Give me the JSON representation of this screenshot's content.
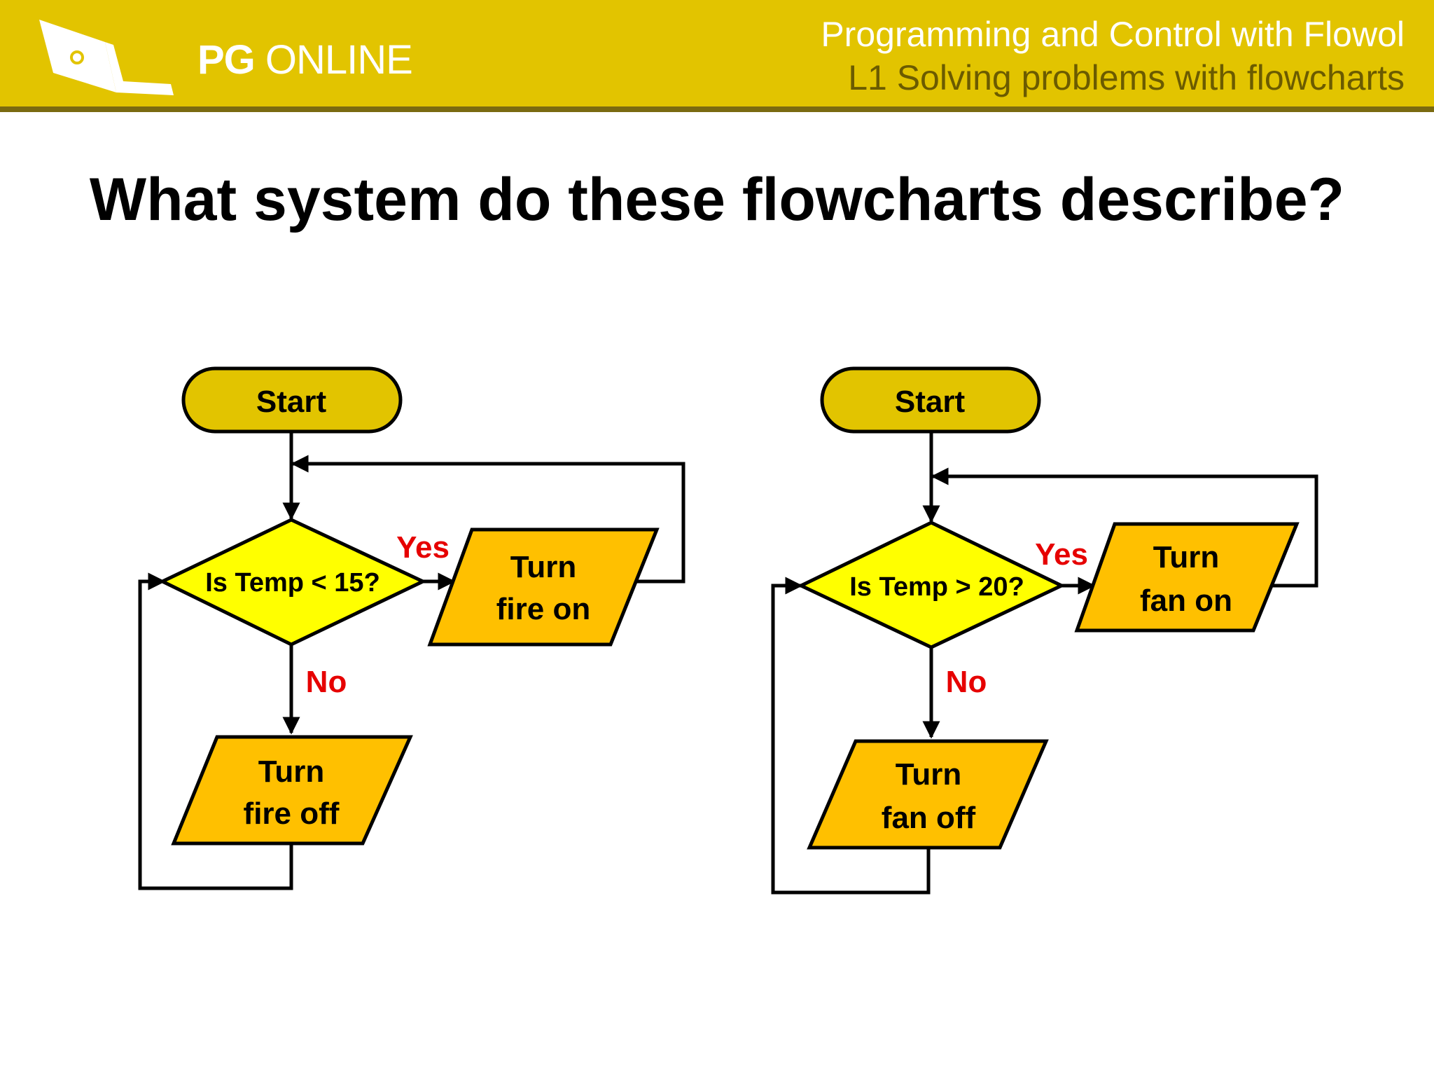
{
  "header": {
    "brand_bold": "PG",
    "brand_rest": " ONLINE",
    "course": "Programming and Control with Flowol",
    "lesson": "L1 Solving problems with flowcharts"
  },
  "slide": {
    "title": "What system do these flowcharts describe?"
  },
  "colors": {
    "header": "#e2c400",
    "terminal": "#e2c400",
    "decision": "#ffff00",
    "process": "#ffc000",
    "label": "#e60000"
  },
  "flowcharts": [
    {
      "start": "Start",
      "decision": "Is Temp < 15?",
      "yes_label": "Yes",
      "no_label": "No",
      "yes_action": [
        "Turn",
        "fire on"
      ],
      "no_action": [
        "Turn",
        "fire off"
      ]
    },
    {
      "start": "Start",
      "decision": "Is Temp > 20?",
      "yes_label": "Yes",
      "no_label": "No",
      "yes_action": [
        "Turn",
        "fan on"
      ],
      "no_action": [
        "Turn",
        "fan off"
      ]
    }
  ]
}
